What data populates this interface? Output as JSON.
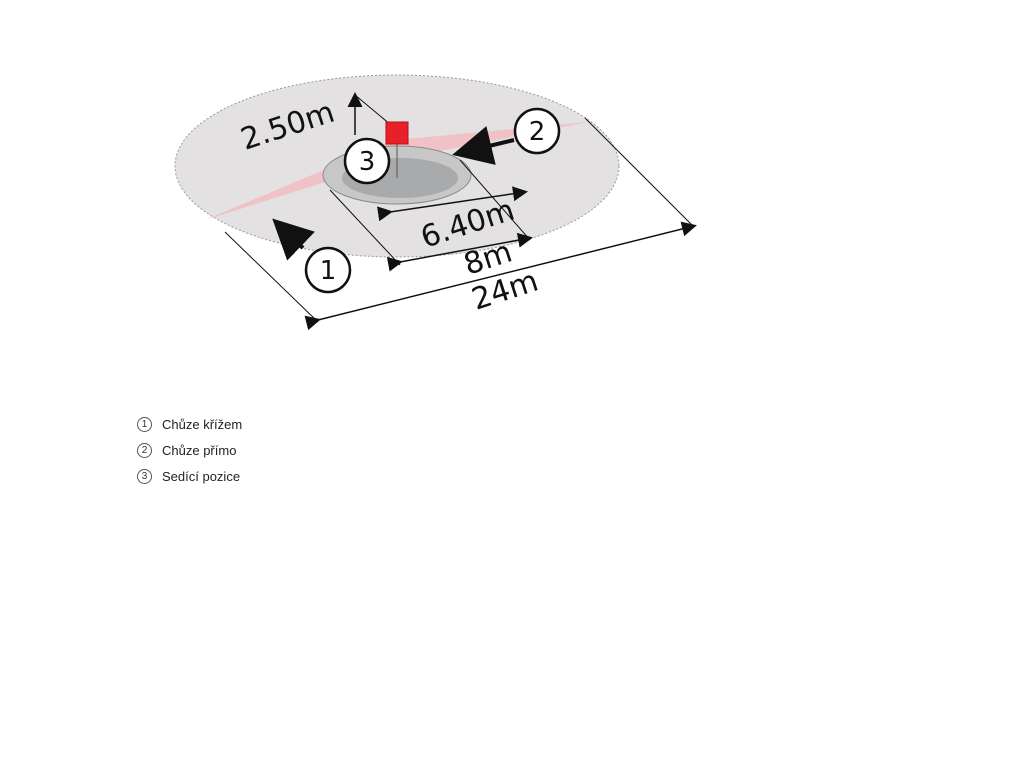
{
  "diagram": {
    "dimensions": {
      "height": "2.50m",
      "inner_diameter": "6.40m",
      "middle_diameter": "8m",
      "outer_diameter": "24m"
    },
    "callouts": [
      "1",
      "2",
      "3"
    ],
    "colors": {
      "outer_zone": "#e3e1e2",
      "walk_zone": "#f2bcc1",
      "inner_zone": "#a9aaab",
      "sensor": "#e8202a"
    }
  },
  "legend": [
    {
      "num": "1",
      "label": "Chůze křížem"
    },
    {
      "num": "2",
      "label": "Chůze přímo"
    },
    {
      "num": "3",
      "label": "Sedící pozice"
    }
  ]
}
